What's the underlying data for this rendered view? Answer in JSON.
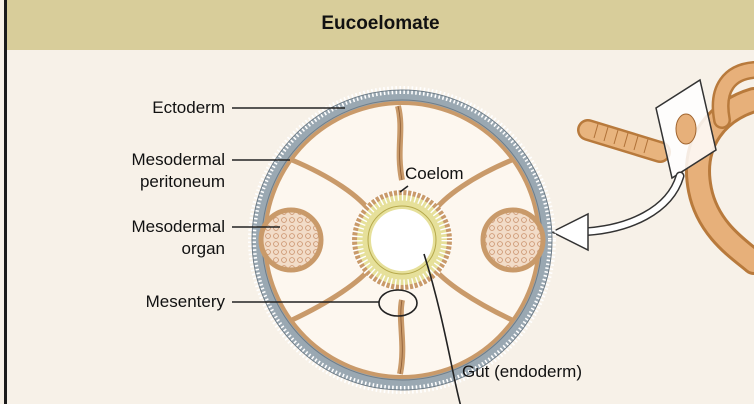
{
  "title": "Eucoelomate",
  "labels": {
    "ectoderm": "Ectoderm",
    "mesodermal_peritoneum_line1": "Mesodermal",
    "mesodermal_peritoneum_line2": "peritoneum",
    "mesodermal_organ_line1": "Mesodermal",
    "mesodermal_organ_line2": "organ",
    "mesentery": "Mesentery",
    "coelom": "Coelom",
    "gut": "Gut (endoderm)"
  },
  "colors": {
    "header": "#d8cd9a",
    "background": "#f7f1e8",
    "ectoderm": "#9aa8b2",
    "mesoderm": "#c99a6a",
    "gut_ring": "#e6e09a",
    "worm": "#d99a5a"
  }
}
